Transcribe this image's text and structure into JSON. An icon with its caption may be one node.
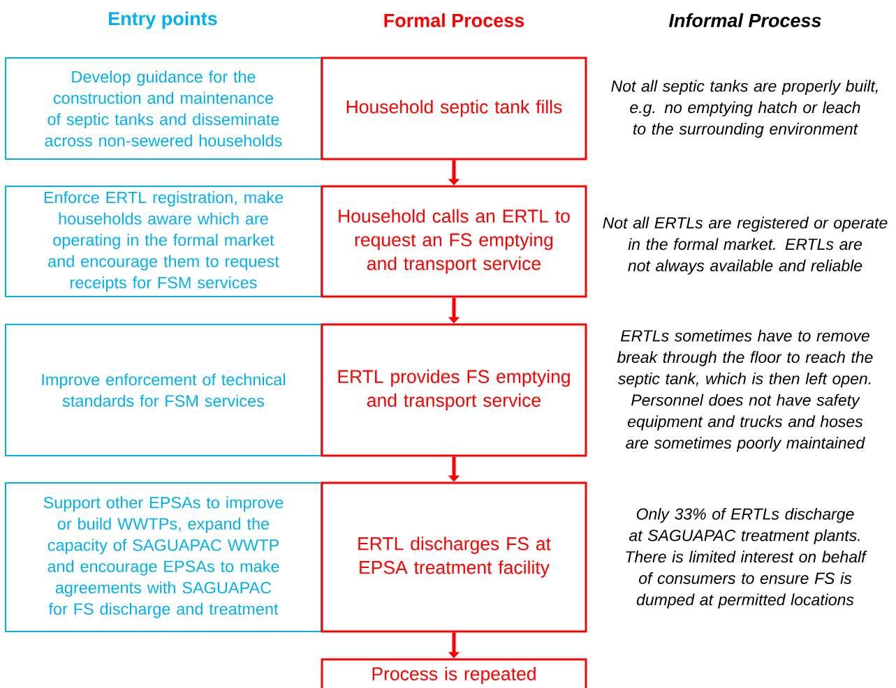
{
  "diagram": {
    "nodes": [
      {
        "text": [
          "Develop guidance for the construction and maintenance of septic tanks and disseminate across non-sewered households"
        ]
      },
      {
        "text": [
          "Household septic tank fills"
        ]
      },
      {
        "text": [
          "Enforce ERTL registration, make households aware which are operating in the formal market and encourage them to request receipts for FSM services"
        ]
      },
      {
        "text": [
          "Household calls an ERTL to request an FS emptying and transport service"
        ]
      },
      {
        "text": [
          "Improve enforcement of technical standards for FSM services"
        ]
      },
      {
        "text": [
          "ERTL provides FS emptying and transport service"
        ]
      },
      {
        "text": [
          "Support other EPSAs to improve or build WWTPs, expand the capacity of SAGUAPAC WWTP and encourage EPSAs to make agreements with SAGUAPAC for FS discharge and treatment"
        ]
      },
      {
        "text": [
          "ERTL discharges FS at EPSA treatment facility"
        ]
      },
      {
        "text": [
          "Process is repeated"
        ]
      }
    ],
    "edges": [
      {
        "from": 1,
        "to": 3,
        "arrow": "to"
      },
      {
        "from": 3,
        "to": 5,
        "arrow": "to"
      },
      {
        "from": 5,
        "to": 7,
        "arrow": "to"
      },
      {
        "from": 7,
        "to": 8,
        "arrow": "to"
      }
    ],
    "labels": [
      "Entry points",
      "Formal Process",
      "Informal Process",
      "Not all septic tanks are properly built, e.g. no emptying hatch or leach to the surrounding environment",
      "Not all ERTLs are registered or operate in the formal market. ERTLs are not always available and reliable",
      "ERTLs sometimes have to remove break through the floor to reach the septic tank, which is then left open. Personnel does not have safety equipment and trucks and hoses are sometimes poorly maintained",
      "Only 33% of ERTLs discharge at SAGUAPAC treatment plants. There is limited interest on behalf of consumers to ensure FS is dumped at permitted locations"
    ]
  }
}
